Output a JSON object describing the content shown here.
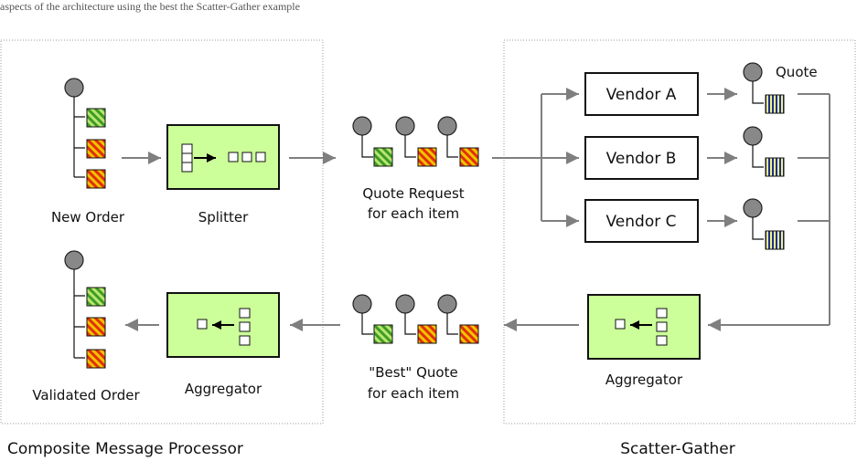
{
  "top_caption": "aspects of the architecture using the best the Scatter-Gather example",
  "groups": {
    "left_caption": "Composite Message Processor",
    "right_caption": "Scatter-Gather"
  },
  "labels": {
    "new_order": "New Order",
    "splitter": "Splitter",
    "quote_request_1": "Quote Request",
    "quote_request_2": "for each item",
    "quote": "Quote",
    "aggregator_right": "Aggregator",
    "best_quote_1": "\"Best\" Quote",
    "best_quote_2": "for each item",
    "aggregator_left": "Aggregator",
    "validated_order": "Validated Order"
  },
  "vendors": [
    "Vendor A",
    "Vendor B",
    "Vendor C"
  ],
  "colors": {
    "green_box": "#ccff99",
    "gray_node": "#888888",
    "line": "#7f7f7f"
  }
}
